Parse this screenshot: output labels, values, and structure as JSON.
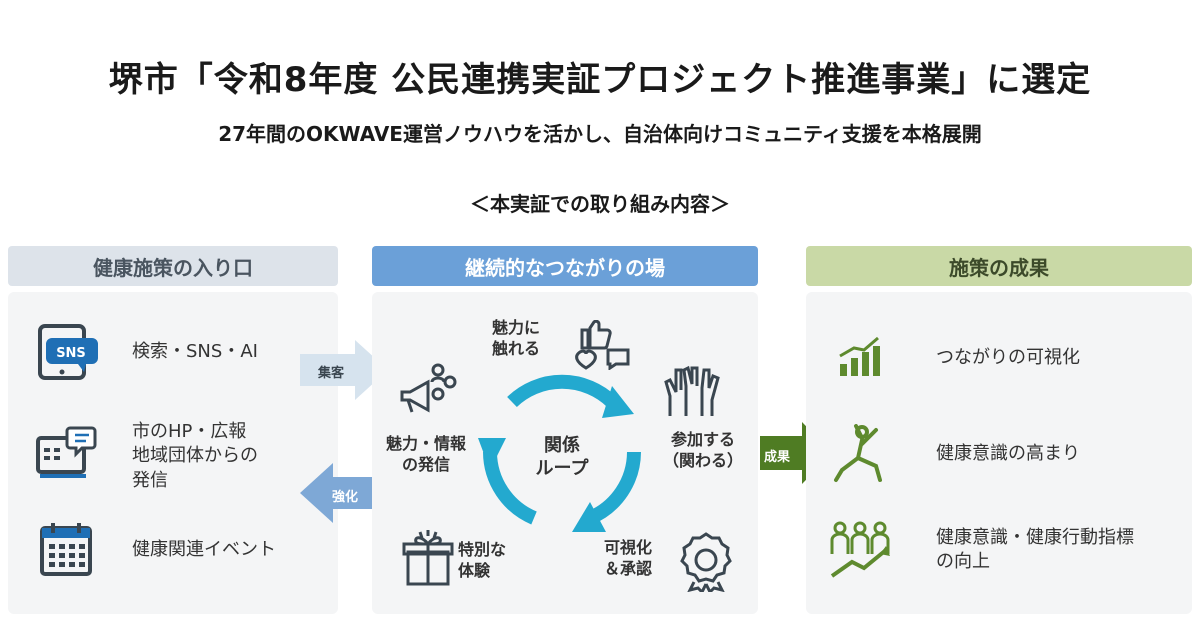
{
  "title": "堺市「令和8年度 公民連携実証プロジェクト推進事業」に選定",
  "subtitle": "27年間のOKWAVE運営ノウハウを活かし、自治体向けコミュニティ支援を本格展開",
  "section_label": "＜本実証での取り組み内容＞",
  "columns": {
    "left": {
      "header": "健康施策の入り口",
      "items": [
        {
          "label": "検索・SNS・AI",
          "icon": "tablet-sns-icon",
          "icon_text": "SNS"
        },
        {
          "label": "市のHP・広報\n地域団体からの\n発信",
          "icon": "webpage-chat-icon"
        },
        {
          "label": "健康関連イベント",
          "icon": "calendar-icon"
        }
      ]
    },
    "middle": {
      "header": "継続的なつながりの場",
      "center": "関係\nループ",
      "nodes": [
        {
          "label": "魅力に\n触れる",
          "icon": "like-chat-icon"
        },
        {
          "label": "参加する\n（関わる）",
          "icon": "raised-hands-icon"
        },
        {
          "label": "可視化\n＆承認",
          "icon": "award-badge-icon"
        },
        {
          "label": "特別な\n体験",
          "icon": "gift-icon"
        },
        {
          "label": "魅力・情報\nの発信",
          "icon": "megaphone-people-icon"
        }
      ]
    },
    "right": {
      "header": "施策の成果",
      "items": [
        {
          "label": "つながりの可視化",
          "icon": "bar-growth-icon"
        },
        {
          "label": "健康意識の高まり",
          "icon": "yoga-pose-icon"
        },
        {
          "label": "健康意識・健康行動指標\nの向上",
          "icon": "people-growth-icon"
        }
      ]
    }
  },
  "arrows": {
    "attract": "集客",
    "strengthen": "強化",
    "result": "成果"
  },
  "colors": {
    "loop": "#23a9cf",
    "mid_header": "#6ba0d8",
    "left_header": "#dde3ea",
    "right_header": "#c9d9a6",
    "icon_dark": "#3a4650",
    "icon_green": "#5e8a2e",
    "result_arrow": "#4f7c23",
    "light_arrow": "#d6e3ee",
    "strengthen_arrow": "#7ea8d6"
  }
}
